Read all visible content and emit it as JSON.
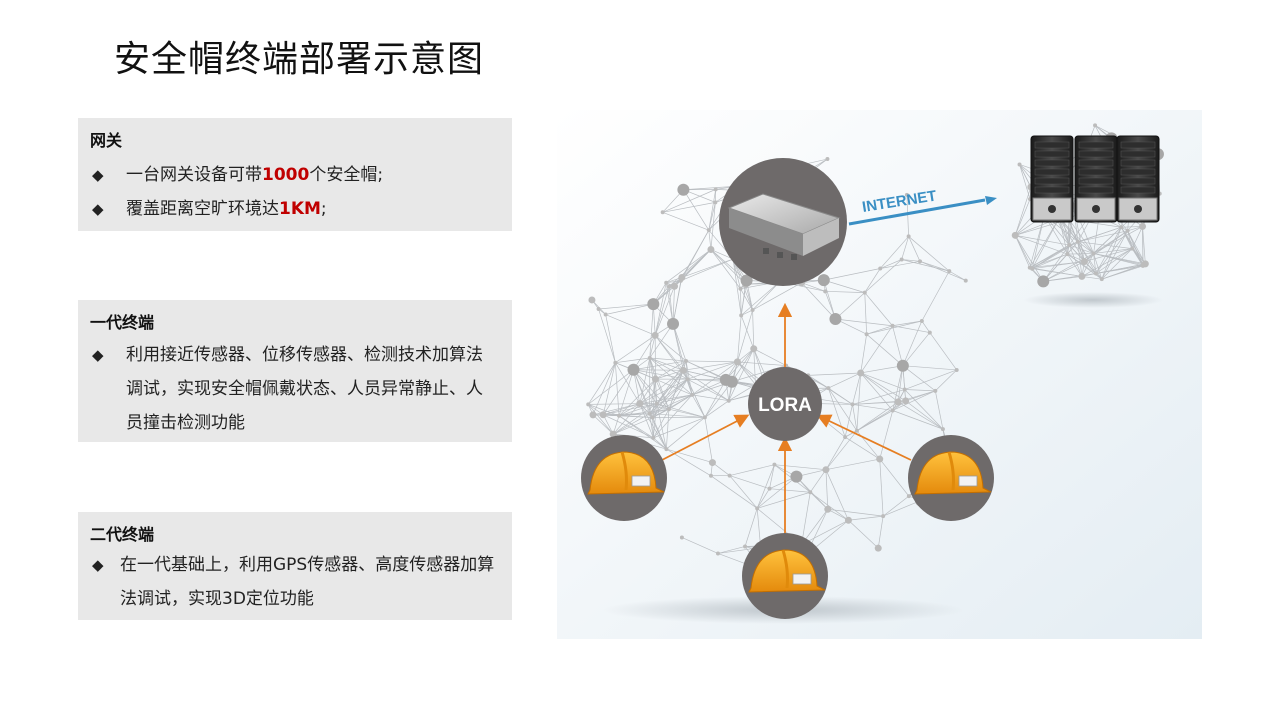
{
  "title": "安全帽终端部署示意图",
  "panels": [
    {
      "heading": "网关",
      "bullets": [
        {
          "mark": "◆",
          "pre": "一台网关设备可带",
          "highlight": "1000",
          "post": "个安全帽;"
        },
        {
          "mark": "◆",
          "pre": "覆盖距离空旷环境达",
          "highlight": "1KM",
          "post": ";"
        }
      ]
    },
    {
      "heading": "一代终端",
      "bullets": [
        {
          "mark": "◆",
          "text": "利用接近传感器、位移传感器、检测技术加算法调试，实现安全帽佩戴状态、人员异常静止、人员撞击检测功能"
        }
      ]
    },
    {
      "heading": "二代终端",
      "bullets": [
        {
          "mark": "◆",
          "text": "在一代基础上，利用GPS传感器、高度传感器加算法调试，实现3D定位功能"
        }
      ]
    }
  ],
  "diagram": {
    "hub_label": "LORA",
    "link_label": "INTERNET",
    "colors": {
      "accent": "#c00000",
      "node": "#6e6a6a",
      "helmet": "#f4a31a",
      "link": "#3a8fc4",
      "arrow": "#e67e22"
    },
    "icons": [
      "gateway-device-icon",
      "server-rack-icon",
      "helmet-icon"
    ]
  }
}
